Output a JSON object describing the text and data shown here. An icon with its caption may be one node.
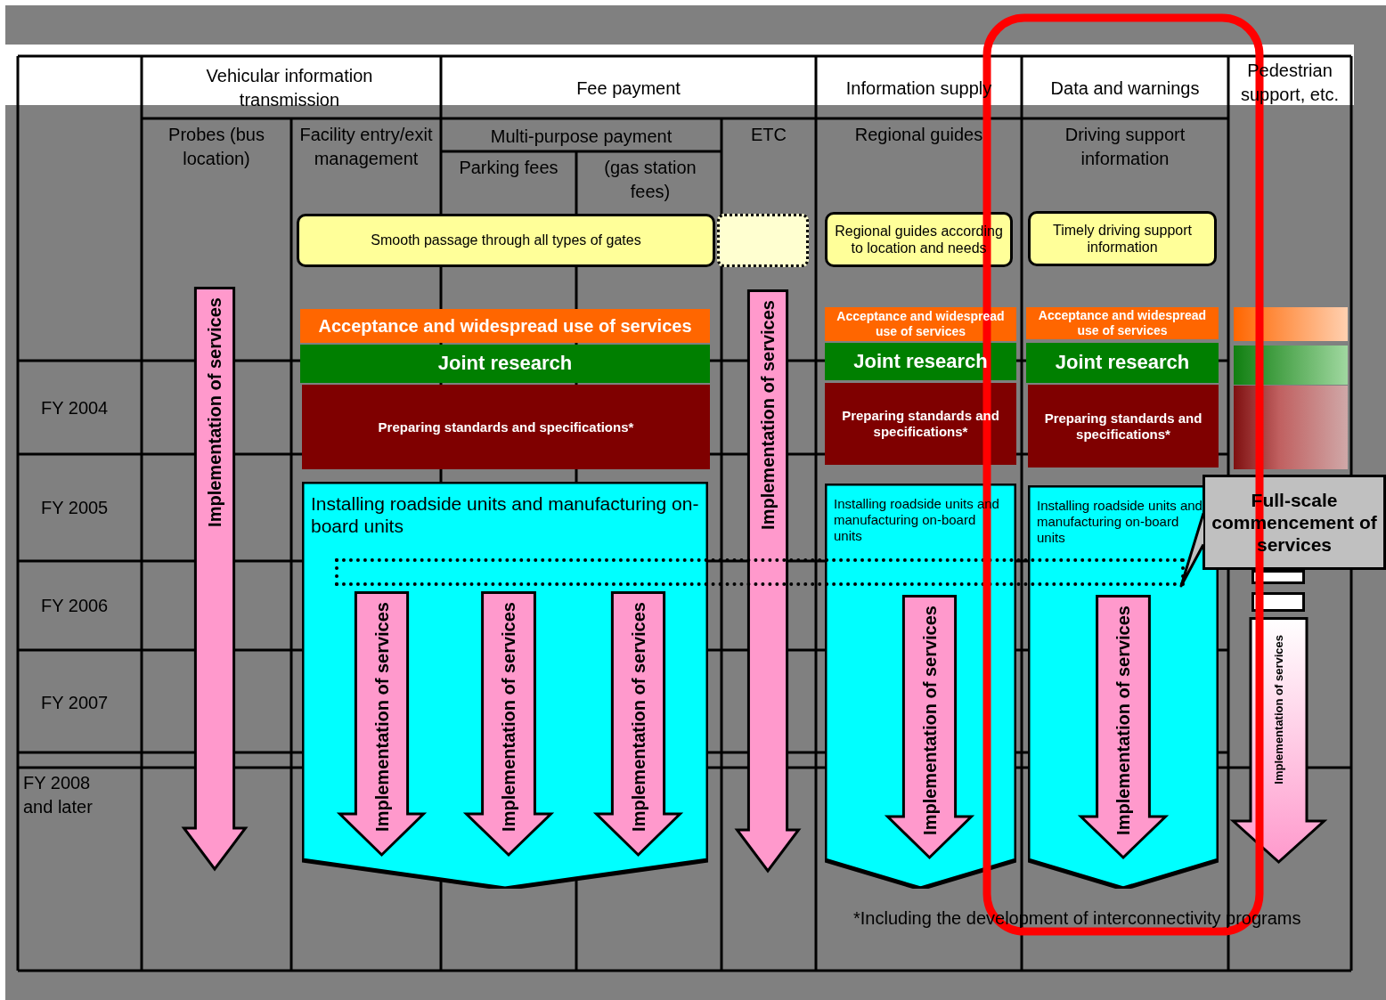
{
  "diagram": {
    "nodes": [
      {
        "text": [
          "Smooth passage through all types of gates"
        ]
      },
      {
        "text": [],
        "shape": "box"
      },
      {
        "text": [
          "Regional guides according to location and needs"
        ]
      },
      {
        "text": [
          "Timely driving support information"
        ]
      },
      {
        "text": [
          "Acceptance and widespread use of services"
        ]
      },
      {
        "text": [
          "Joint research"
        ]
      },
      {
        "text": [
          "Preparing standards and specifications*"
        ]
      },
      {
        "text": [
          "Acceptance and widespread use of services"
        ]
      },
      {
        "text": [
          "Joint research"
        ]
      },
      {
        "text": [
          "Preparing standards and specifications*"
        ]
      },
      {
        "text": [
          "Acceptance and widespread use of services"
        ]
      },
      {
        "text": [
          "Joint research"
        ]
      },
      {
        "text": [
          "Preparing standards and specifications*"
        ]
      },
      {
        "text": [],
        "shape": "bar"
      },
      {
        "text": [],
        "shape": "bar"
      },
      {
        "text": [],
        "shape": "bar"
      },
      {
        "text": [
          "Installing roadside units and manufacturing on-board units"
        ]
      },
      {
        "text": [
          "Installing roadside units and manufacturing on-board units"
        ]
      },
      {
        "text": [
          "Installing roadside units and manufacturing on-board units"
        ]
      },
      {
        "text": [
          "Implementation of services"
        ]
      },
      {
        "text": [
          "Implementation of services"
        ],
        "in": 16
      },
      {
        "text": [
          "Implementation of services"
        ],
        "in": 16
      },
      {
        "text": [
          "Implementation of services"
        ],
        "in": 16
      },
      {
        "text": [
          "Implementation of services"
        ]
      },
      {
        "text": [
          "Implementation of services"
        ],
        "in": 17
      },
      {
        "text": [
          "Implementation of services"
        ],
        "in": 18
      },
      {
        "text": [
          "Implementation of services"
        ]
      },
      {
        "text": [],
        "shape": "box"
      },
      {
        "text": [
          "Full-scale commencement of services"
        ]
      }
    ],
    "edges": [
      {
        "from": 28,
        "to": 27,
        "arrow": "none"
      }
    ],
    "labels": [
      "Vehicular information transmission",
      "Fee payment",
      "Information supply",
      "Data and warnings",
      "Pedestrian support, etc.",
      "Probes (bus location)",
      "Facility entry/exit management",
      "Multi-purpose payment",
      "ETC",
      "Parking fees",
      "(gas station fees)",
      "Regional guides",
      "Driving support information",
      "FY 2004",
      "FY 2005",
      "FY 2006",
      "FY 2007",
      "FY 2008 and later",
      "*Including the development of interconnectivity programs"
    ]
  }
}
